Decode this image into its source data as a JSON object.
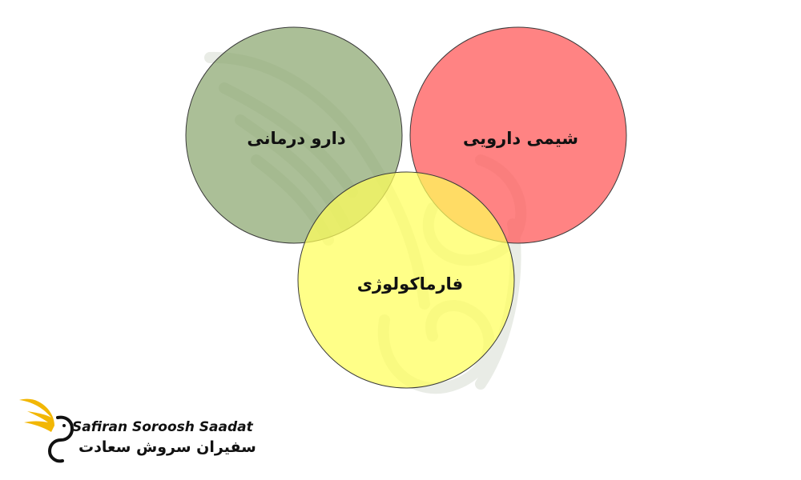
{
  "diagram": {
    "type": "venn",
    "circles": [
      {
        "id": "pharmacotherapy",
        "label": "دارو درمانی",
        "fill": "#8aa66f",
        "opacity": 0.72
      },
      {
        "id": "medicinal-chemistry",
        "label": "شیمی دارویی",
        "fill": "#ff5a5a",
        "opacity": 0.75
      },
      {
        "id": "pharmacology",
        "label": "فارماکولوژی",
        "fill": "#ffff5a",
        "opacity": 0.8
      }
    ],
    "outline_color": "#3a3a3a"
  },
  "logo": {
    "latin": "Safiran Soroosh Saadat",
    "persian": "سفیران سروش سعادت",
    "wing_color": "#f2b705"
  }
}
